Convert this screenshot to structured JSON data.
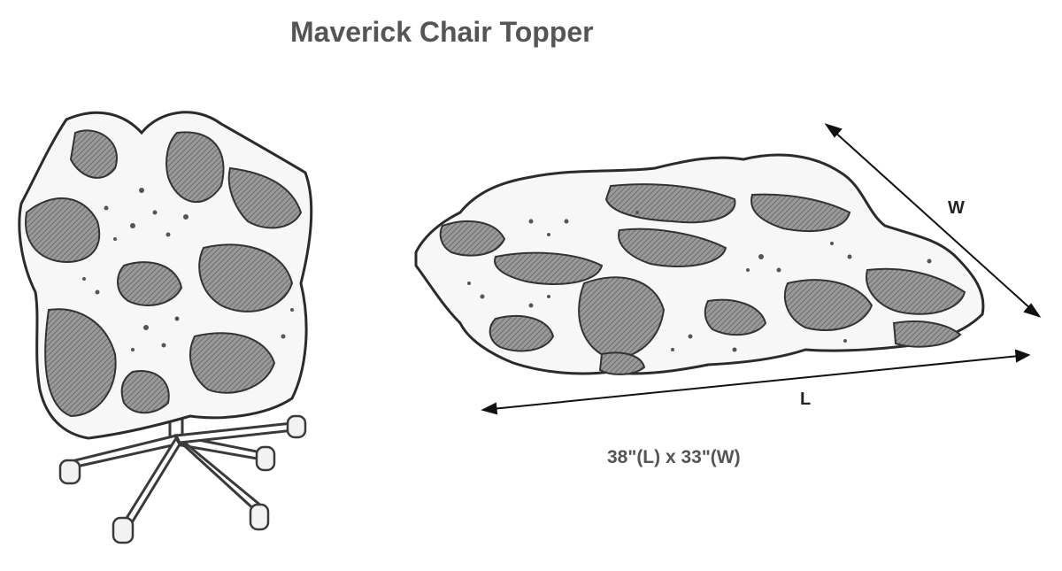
{
  "header": {
    "title": "Maverick Chair Topper"
  },
  "dimensions": {
    "width_label": "W",
    "length_label": "L",
    "size_text": "38\"(L) x 33\"(W)"
  },
  "colors": {
    "title": "#555555",
    "ink": "#2b2b2b",
    "patch_fill": "#9a9a9a",
    "hide_fill": "#f7f7f7"
  },
  "illustrations": {
    "left": "chair-with-topper-icon",
    "right": "flat-topper-icon"
  }
}
